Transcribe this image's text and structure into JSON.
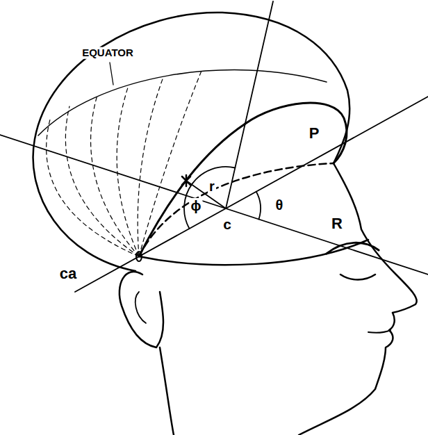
{
  "diagram": {
    "labels": [
      "EQUATOR",
      "P",
      "r",
      "ϕ",
      "c",
      "θ",
      "R",
      "ca"
    ]
  }
}
